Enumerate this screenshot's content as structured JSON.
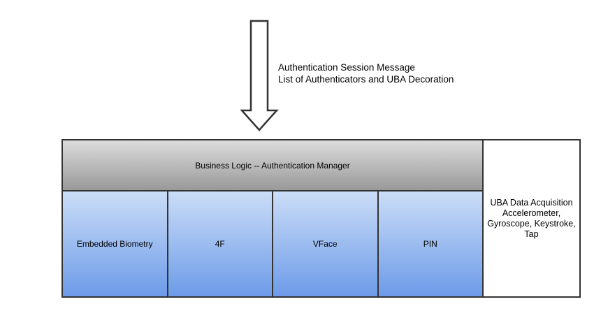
{
  "annotation": {
    "line1": "Authentication Session Message",
    "line2": "List of Authenticators and UBA Decoration"
  },
  "diagram": {
    "manager_header": {
      "label": "Business Logic -- Authentication Manager"
    },
    "authenticators": [
      {
        "label": "Embedded Biometry"
      },
      {
        "label": "4F"
      },
      {
        "label": "VFace"
      },
      {
        "label": "PIN"
      }
    ],
    "uba_box": {
      "lines": [
        "UBA Data Acquisition",
        "Accelerometer,",
        "Gyroscope, Keystroke,",
        "Tap"
      ]
    }
  },
  "icons": {
    "down_arrow": "down-arrow-icon"
  },
  "colors": {
    "page_background": "#ffffff",
    "border": "#333333",
    "header_gradient_top": "#dcdcdc",
    "header_gradient_bottom": "#999999",
    "cell_gradient_top": "#cbddf7",
    "cell_gradient_bottom": "#6d9be9",
    "text": "#000000"
  }
}
